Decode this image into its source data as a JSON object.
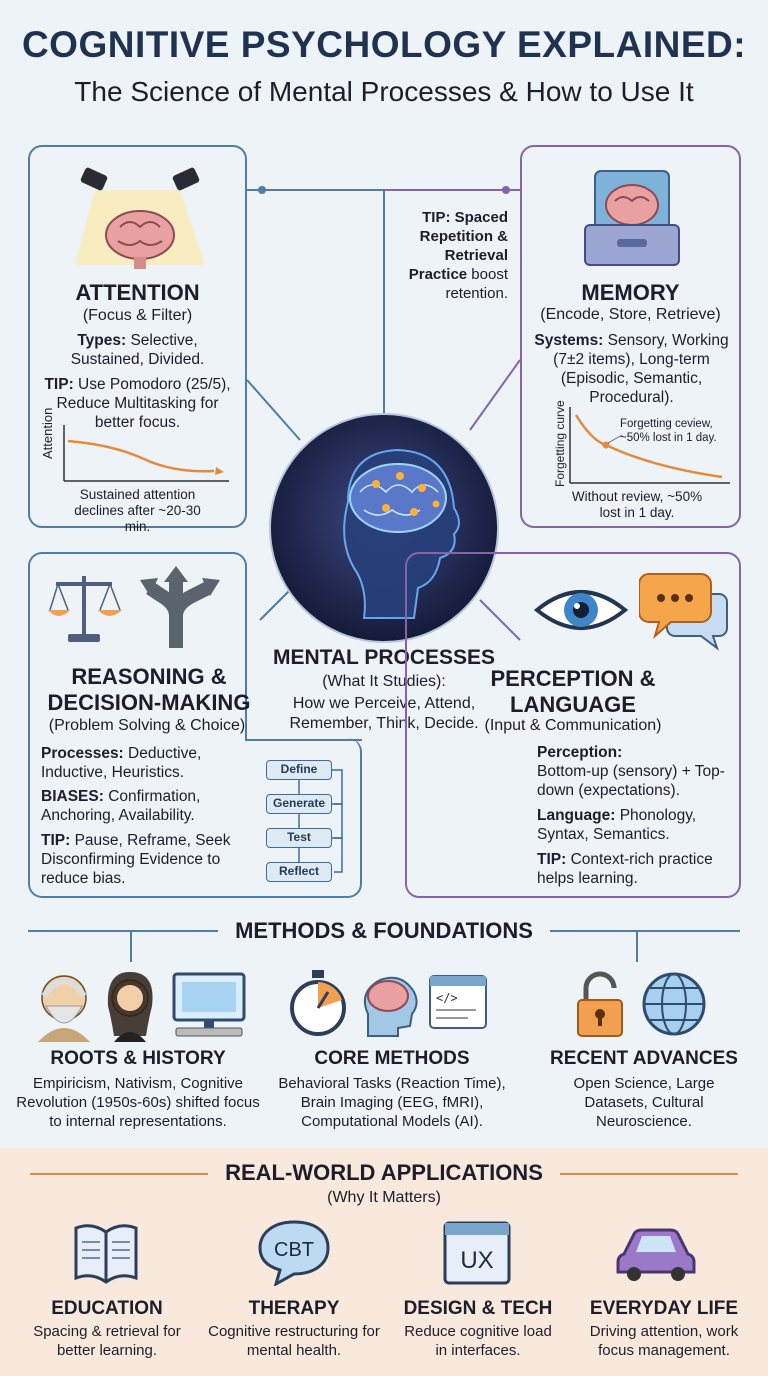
{
  "header": {
    "title": "COGNITIVE PSYCHOLOGY EXPLAINED:",
    "subtitle": "The Science of Mental Processes & How to Use It"
  },
  "attention": {
    "title": "ATTENTION",
    "subtitle": "(Focus & Filter)",
    "types_label": "Types:",
    "types_text": "Selective, Sustained, Divided.",
    "tip_label": "TIP:",
    "tip_text": "Use Pomodoro (25/5), Reduce Multitasking for better focus.",
    "chart_ylabel": "Attention",
    "chart_caption": "Sustained attention declines after ~20-30 min."
  },
  "memory": {
    "tip_label": "TIP:",
    "tip_bold": "Spaced Repetition & Retrieval Practice",
    "tip_text": "boost retention.",
    "title": "MEMORY",
    "subtitle": "(Encode, Store, Retrieve)",
    "systems_label": "Systems:",
    "systems_text": "Sensory, Working (7±2 items), Long-term (Episodic, Semantic, Procedural).",
    "chart_ylabel": "Forgetting curve",
    "chart_note": "Forgetting ceview, ~50% lost in 1 day.",
    "chart_caption": "Without review, ~50% lost in 1 day."
  },
  "center": {
    "title": "MENTAL PROCESSES",
    "subtitle": "(What It Studies):",
    "text": "How we Perceive, Attend, Remember, Think, Decide."
  },
  "reasoning": {
    "title_line1": "REASONING &",
    "title_line2": "DECISION-MAKING",
    "subtitle": "(Problem Solving & Choice)",
    "processes_label": "Processes:",
    "processes_text": "Deductive, Inductive, Heuristics.",
    "biases_label": "BIASES:",
    "biases_text": "Confirmation, Anchoring, Availability.",
    "tip_label": "TIP:",
    "tip_text": "Pause, Reframe, Seek Disconfirming Evidence to reduce bias.",
    "flow": [
      "Define",
      "Generate",
      "Test",
      "Reflect"
    ]
  },
  "perception": {
    "title_line1": "PERCEPTION &",
    "title_line2": "LANGUAGE",
    "subtitle": "(Input & Communication)",
    "perception_label": "Perception:",
    "perception_text": "Bottom-up (sensory) + Top-down (expectations).",
    "language_label": "Language:",
    "language_text": "Phonology, Syntax, Semantics.",
    "tip_label": "TIP:",
    "tip_text": "Context-rich practice helps learning."
  },
  "methods": {
    "title": "METHODS & FOUNDATIONS",
    "columns": [
      {
        "title": "ROOTS & HISTORY",
        "text": "Empiricism, Nativism, Cognitive Revolution (1950s-60s) shifted focus to internal representations."
      },
      {
        "title": "CORE METHODS",
        "text": "Behavioral Tasks (Reaction Time), Brain Imaging (EEG, fMRI), Computational Models (AI)."
      },
      {
        "title": "RECENT ADVANCES",
        "text": "Open Science, Large Datasets, Cultural Neuroscience."
      }
    ],
    "code_glyph": "</>"
  },
  "applications": {
    "title": "REAL-WORLD APPLICATIONS",
    "subtitle": "(Why It Matters)",
    "items": [
      {
        "title": "EDUCATION",
        "text": "Spacing & retrieval for better learning."
      },
      {
        "title": "THERAPY",
        "text": "Cognitive restructuring for mental health."
      },
      {
        "title": "DESIGN & TECH",
        "text": "Reduce cognitive load in interfaces."
      },
      {
        "title": "EVERYDAY LIFE",
        "text": "Driving attention, work focus management."
      }
    ],
    "cbt_label": "CBT",
    "ux_label": "UX"
  },
  "colors": {
    "blue_border": "#4f7da3",
    "purple_border": "#8565a8",
    "orange_accent": "#e38a3c",
    "apps_background": "#f8e9dc"
  }
}
